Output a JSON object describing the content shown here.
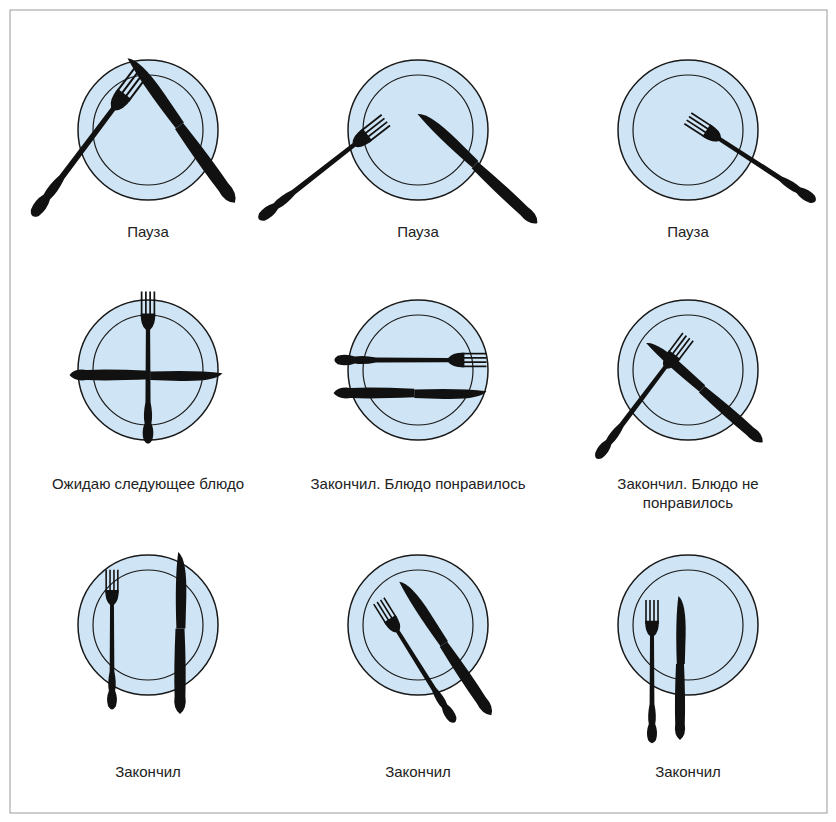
{
  "diagram": {
    "labels": [
      "Пауза",
      "Пауза",
      "Пауза",
      "Ожидаю следующее блюдо",
      "Закончил. Блюдо понравилось",
      "Закончил. Блюдо не понравилось",
      "Закончил",
      "Закончил",
      "Закончил"
    ]
  }
}
